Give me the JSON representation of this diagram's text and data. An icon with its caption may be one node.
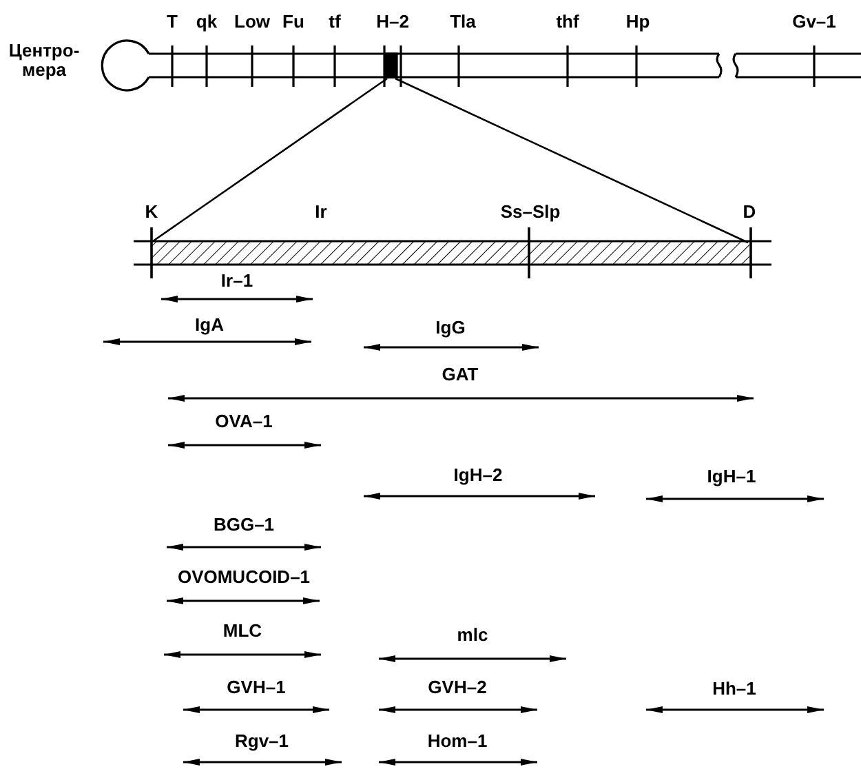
{
  "diagram": {
    "labels": [
      "Центро- мера",
      "T",
      "qk",
      "Low",
      "Fu",
      "tf",
      "H–2",
      "Tla",
      "thf",
      "Hp",
      "Gv–1",
      "K",
      "Ir",
      "Ss–Slp",
      "D",
      "Ir–1",
      "IgA",
      "IgG",
      "GAT",
      "OVA–1",
      "IgH–2",
      "IgH–1",
      "BGG–1",
      "OVOMUCOID–1",
      "MLC",
      "mlc",
      "GVH–1",
      "GVH–2",
      "Hh–1",
      "Rgv–1",
      "Hom–1"
    ]
  }
}
